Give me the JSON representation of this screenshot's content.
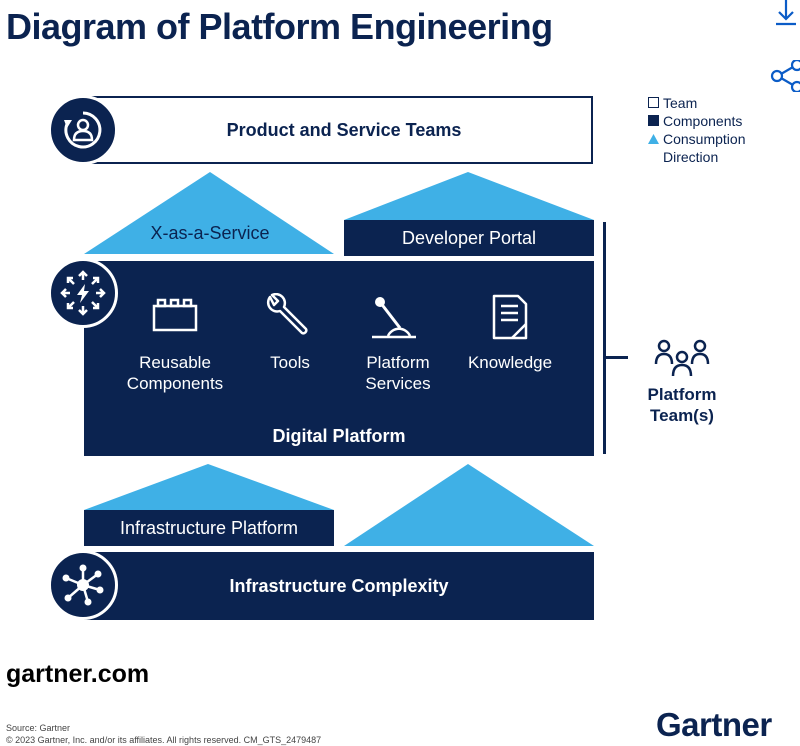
{
  "title": "Diagram of Platform Engineering",
  "legend": [
    {
      "label": "Team",
      "swatch": "white"
    },
    {
      "label": "Components",
      "swatch": "navy"
    },
    {
      "label": "Consumption Direction",
      "swatch": "triangle"
    }
  ],
  "product_teams": {
    "label": "Product and Service Teams",
    "icon": "user-cycle-icon"
  },
  "xaas": {
    "label": "X-as-a-Service"
  },
  "developer_portal": {
    "label": "Developer Portal"
  },
  "digital_platform": {
    "label": "Digital Platform",
    "icon": "arrows-bolt-icon",
    "components": [
      {
        "label_line1": "Reusable",
        "label_line2": "Components",
        "icon": "bricks-icon"
      },
      {
        "label_line1": "Tools",
        "label_line2": "",
        "icon": "wrench-icon"
      },
      {
        "label_line1": "Platform",
        "label_line2": "Services",
        "icon": "lever-icon"
      },
      {
        "label_line1": "Knowledge",
        "label_line2": "",
        "icon": "document-icon"
      }
    ]
  },
  "platform_teams": {
    "label_line1": "Platform",
    "label_line2": "Team(s)",
    "icon": "people-icon"
  },
  "infrastructure_platform": {
    "label": "Infrastructure Platform"
  },
  "infrastructure_complexity": {
    "label": "Infrastructure Complexity",
    "icon": "network-icon"
  },
  "footer": {
    "site": "gartner.com",
    "source": "Source: Gartner",
    "copyright": "© 2023 Gartner, Inc. and/or its affiliates. All rights reserved. CM_GTS_2479487",
    "brand": "Gartner"
  },
  "colors": {
    "navy": "#0b2350",
    "light_blue": "#3fb0e6",
    "brand_blue": "#0b5cc7"
  }
}
